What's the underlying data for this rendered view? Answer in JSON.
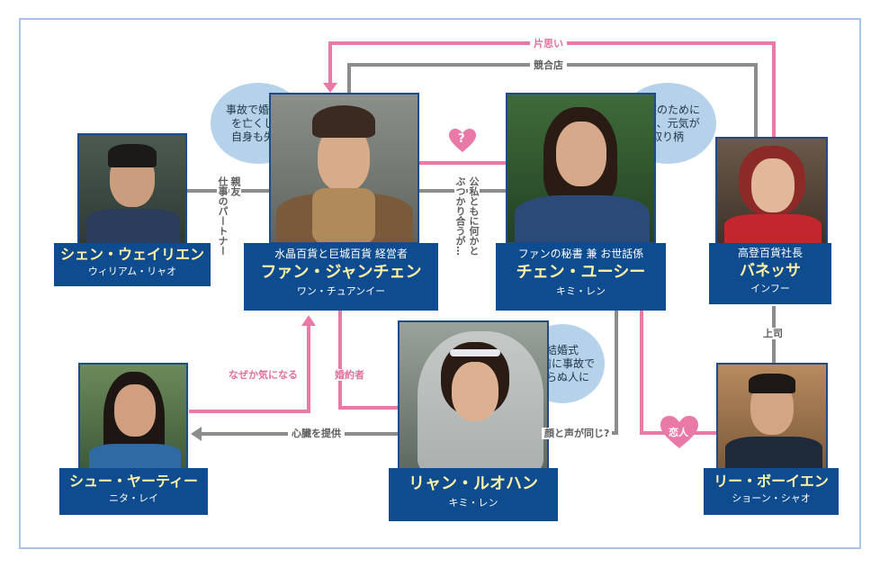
{
  "people": {
    "shen": {
      "name": "シェン・ウェイリエン",
      "actor": "ウィリアム・リャオ"
    },
    "fan": {
      "role": "水晶百貨と巨城百貨 経営者",
      "name": "ファン・ジャンチェン",
      "actor": "ワン・チュアンイー"
    },
    "chen": {
      "role": "ファンの秘書 兼 お世話係",
      "name": "チェン・ユーシー",
      "actor": "キミ・レン"
    },
    "vanessa": {
      "role": "高登百貨社長",
      "name": "バネッサ",
      "actor": "インフー"
    },
    "shu": {
      "name": "シュー・ヤーティー",
      "actor": "ニタ・レイ"
    },
    "liang": {
      "name": "リャン・ルオハン",
      "actor": "キミ・レン"
    },
    "li": {
      "name": "リー・ボーイエン",
      "actor": "ショーン・シャオ"
    }
  },
  "bubbles": {
    "fan": "事故で婚約者\nを亡くし、\n自身も失明",
    "chen": "家族のために\n働き、元気が\n取り柄",
    "liang": "結婚式\n目前に事故で\n帰らぬ人に"
  },
  "relations": {
    "kataomoi": "片思い",
    "kyogoten": "競合店",
    "shinyu": "親友",
    "partner": "仕事のパートナー",
    "question_mark": "?",
    "koushi": "公私ともに何かと",
    "butsukari": "ぶつかり合うが…",
    "joushi": "上司",
    "nazeka": "なぜか気になる",
    "konyakusha": "婚約者",
    "shinzou": "心臓を提供",
    "kao": "顔と声が同じ?",
    "koibito": "恋人"
  },
  "colors": {
    "pink": "#e97aa8",
    "gray": "#8c8c8c",
    "plate": "#0e4b8f",
    "name_yellow": "#fff3a6",
    "bubble": "#b5d2ea",
    "frame": "#a9c4e6"
  }
}
